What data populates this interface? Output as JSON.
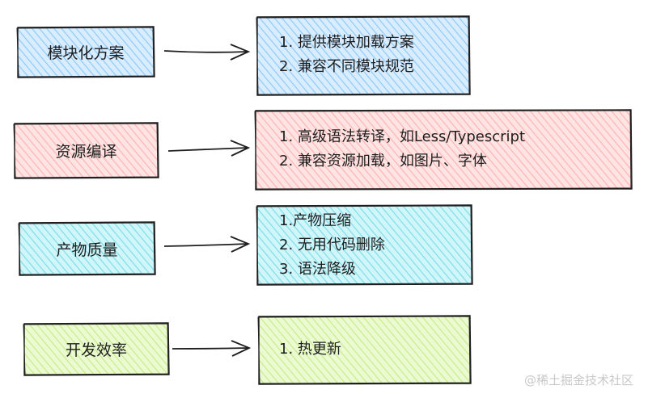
{
  "rows": [
    {
      "label": "模块化方案",
      "items": [
        "1. 提供模块加载方案",
        "2. 兼容不同模块规范"
      ]
    },
    {
      "label": "资源编译",
      "items": [
        "1. 高级语法转译，如Less/Typescript",
        "2. 兼容资源加载，如图片、字体"
      ]
    },
    {
      "label": "产物质量",
      "items": [
        "1.产物压缩",
        "2. 无用代码删除",
        "3. 语法降级"
      ]
    },
    {
      "label": "开发效率",
      "items": [
        "1. 热更新"
      ]
    }
  ],
  "watermark": "@稀土掘金技术社区",
  "colors": {
    "blue": "#a5d8ff",
    "red": "#ffc9c9",
    "cyan": "#99e9f2",
    "green": "#d8f5a2",
    "stroke": "#1e1e1e"
  }
}
